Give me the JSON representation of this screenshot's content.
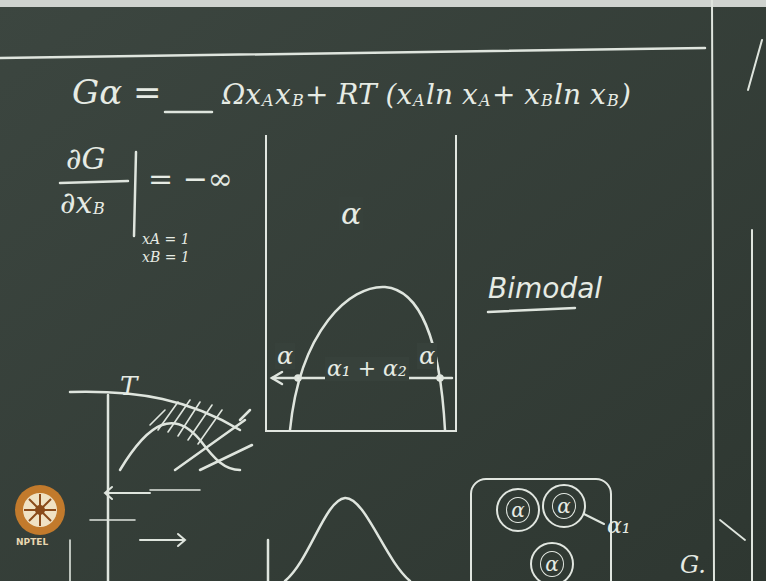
{
  "diagram": {
    "nodes": [
      {
        "text": [
          "α",
          "α",
          "α₁ + α₂",
          "α"
        ]
      },
      {
        "text": []
      },
      {
        "text": [
          "α"
        ],
        "in": 1
      },
      {
        "text": [
          "α"
        ],
        "in": 1
      },
      {
        "text": [
          "α"
        ],
        "in": 1
      }
    ],
    "labels": [
      "Gα = ",
      "Ωx",
      "A",
      "x",
      "B",
      " + RT (x",
      "A",
      " ln x",
      "A",
      " + x",
      "B",
      " ln x",
      "B",
      ")",
      "∂G",
      "∂x",
      "B",
      "= −∞",
      "xA = 1",
      "xB = 1",
      "Bimodal",
      "T",
      "α₁",
      "G.",
      "NPTEL"
    ]
  }
}
